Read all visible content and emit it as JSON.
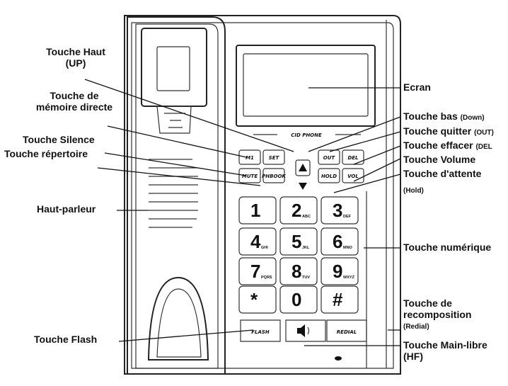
{
  "phone": {
    "brand_text": "CID PHONE",
    "function_keys": [
      "M1",
      "SET",
      "OUT",
      "DEL",
      "MUTE",
      "PHBOOK",
      "HOLD",
      "VOL"
    ],
    "keypad": [
      {
        "digit": "1",
        "letters": ""
      },
      {
        "digit": "2",
        "letters": "ABC"
      },
      {
        "digit": "3",
        "letters": "DEF"
      },
      {
        "digit": "4",
        "letters": "GHI"
      },
      {
        "digit": "5",
        "letters": "JKL"
      },
      {
        "digit": "6",
        "letters": "MNO"
      },
      {
        "digit": "7",
        "letters": "PQRS"
      },
      {
        "digit": "8",
        "letters": "TUV"
      },
      {
        "digit": "9",
        "letters": "WXYZ"
      },
      {
        "digit": "*",
        "letters": ""
      },
      {
        "digit": "0",
        "letters": ""
      },
      {
        "digit": "#",
        "letters": ""
      }
    ],
    "bottom_keys": [
      "FLASH",
      "REDIAL"
    ]
  },
  "labels": {
    "up_line1": "Touche Haut",
    "up_line2": "(UP)",
    "memory_line1": "Touche de",
    "memory_line2": "mémoire directe",
    "mute": "Touche Silence",
    "phonebook": "Touche répertoire",
    "speaker": "Haut-parleur",
    "flash": "Touche Flash",
    "screen": "Ecran",
    "down_main": "Touche bas",
    "down_small": "(Down)",
    "quit_main": "Touche quitter",
    "quit_small": "(OUT)",
    "delete_main": "Touche effacer",
    "delete_small": "(DEL",
    "volume": "Touche Volume",
    "hold_main": "Touche d'attente",
    "hold_small": "(Hold)",
    "numeric": "Touche numérique",
    "redial_line1": "Touche de",
    "redial_line2": "recomposition",
    "redial_small": "(Redial)",
    "handsfree_main": "Touche Main-libre",
    "handsfree_small": "(HF)"
  }
}
